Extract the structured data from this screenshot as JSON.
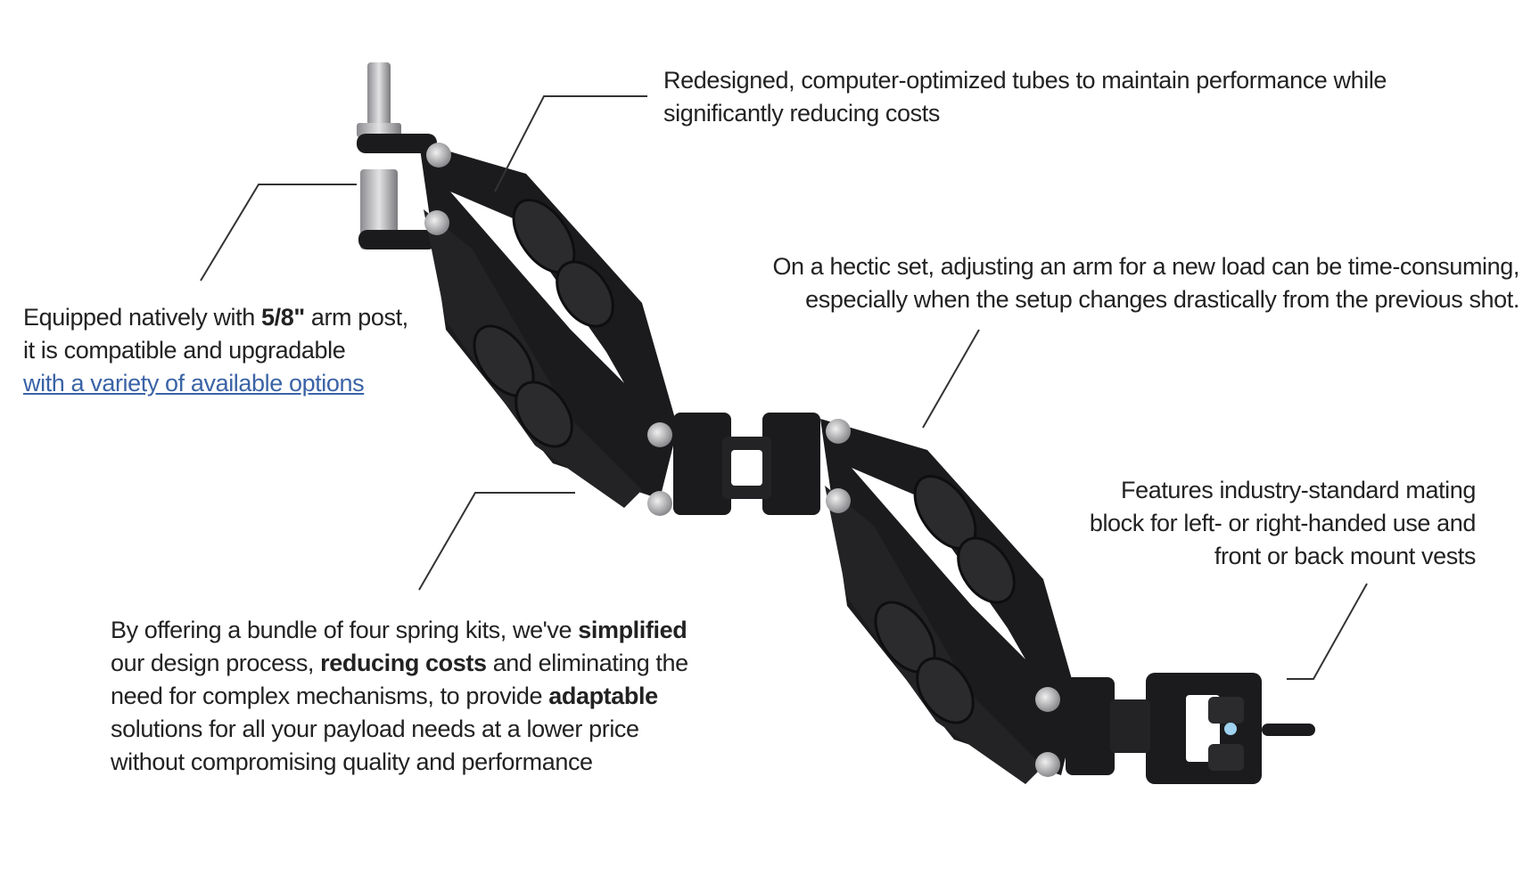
{
  "callouts": {
    "tubes": {
      "line1": "Redesigned, computer-optimized tubes to maintain performance while",
      "line2": "significantly reducing costs"
    },
    "post": {
      "line1_pre": "Equipped natively with ",
      "line1_bold": "5/8\"",
      "line1_post": " arm post,",
      "line2": "it is compatible and upgradable",
      "link": "with a variety of available options"
    },
    "hectic": {
      "line1": "On a hectic set, adjusting an arm for a new load can be time-consuming,",
      "line2": "especially when the setup changes drastically from the previous shot."
    },
    "block": {
      "line1": "Features industry-standard mating",
      "line2": "block for left- or right-handed use and",
      "line3": "front or back mount vests"
    },
    "springs": {
      "l1_pre": "By offering a bundle of four spring kits, we've ",
      "l1_bold": "simplified",
      "l2_pre": "our design process, ",
      "l2_bold": "reducing costs",
      "l2_post": " and eliminating the",
      "l3_pre": "need for complex mechanisms, to provide ",
      "l3_bold": "adaptable",
      "l4": "solutions for all your payload needs at a lower price",
      "l5": "without compromising quality and performance"
    }
  },
  "colors": {
    "text": "#222222",
    "link": "#3a63a6",
    "arm_body": "#1b1b1d",
    "arm_highlight": "#3a3a3e",
    "metal": "#b8b8bc"
  },
  "image": {
    "subject": "articulated-stabilizer-arm"
  }
}
